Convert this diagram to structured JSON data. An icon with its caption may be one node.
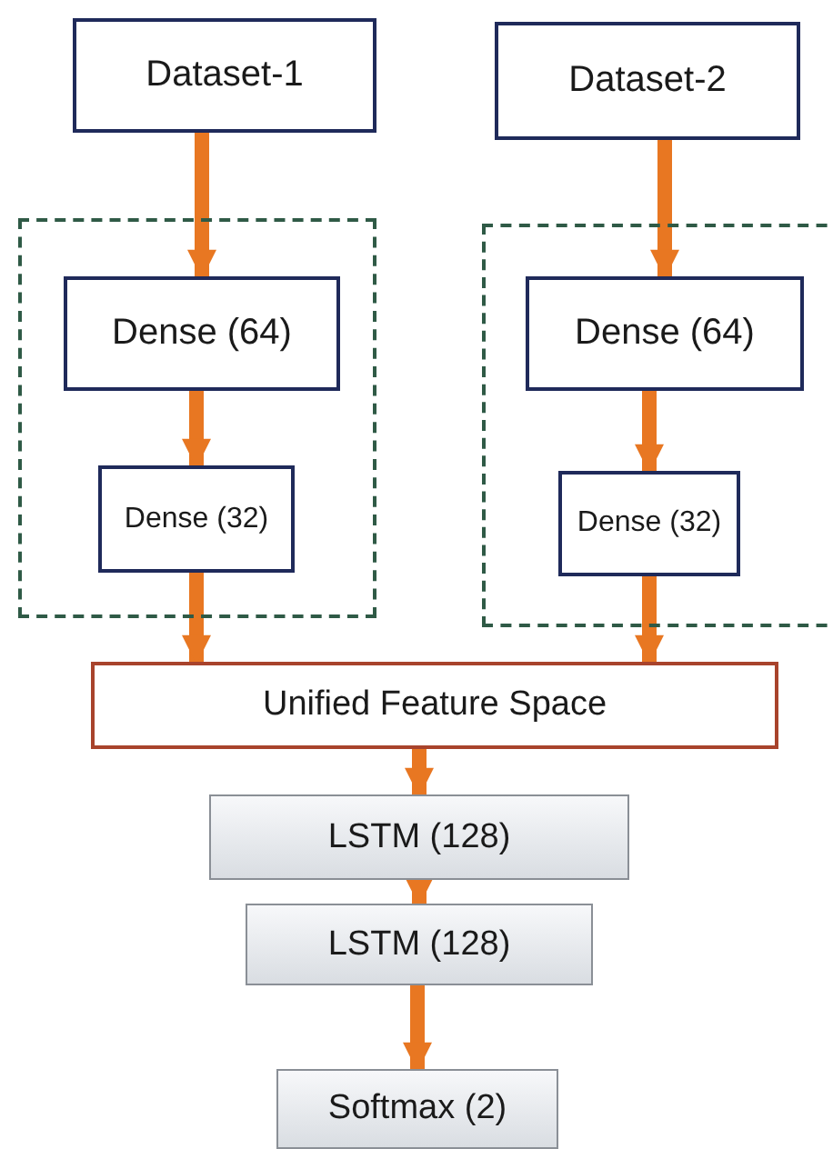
{
  "diagram": {
    "nodes": [
      {
        "text": [
          "Dataset-1"
        ]
      },
      {
        "text": [
          "Dataset-2"
        ]
      },
      {
        "text": [],
        "shape": "box"
      },
      {
        "text": [
          "Dense (64)"
        ],
        "in": 2
      },
      {
        "text": [
          "Dense (32)"
        ],
        "in": 2
      },
      {
        "text": [],
        "shape": "box"
      },
      {
        "text": [
          "Dense (64)"
        ],
        "in": 5
      },
      {
        "text": [
          "Dense (32)"
        ],
        "in": 5
      },
      {
        "text": [
          "Unified Feature Space"
        ]
      },
      {
        "text": [
          "LSTM (128)"
        ]
      },
      {
        "text": [
          "LSTM (128)"
        ]
      },
      {
        "text": [
          "Softmax (2)"
        ]
      }
    ],
    "edges": [
      {
        "from": 0,
        "to": 3,
        "arrow": "to"
      },
      {
        "from": 3,
        "to": 4,
        "arrow": "to"
      },
      {
        "from": 4,
        "to": 8,
        "arrow": "to"
      },
      {
        "from": 1,
        "to": 6,
        "arrow": "to"
      },
      {
        "from": 6,
        "to": 7,
        "arrow": "to"
      },
      {
        "from": 7,
        "to": 8,
        "arrow": "to"
      },
      {
        "from": 8,
        "to": 9,
        "arrow": "to"
      },
      {
        "from": 9,
        "to": 10,
        "arrow": "to"
      },
      {
        "from": 10,
        "to": 11,
        "arrow": "to"
      }
    ]
  }
}
